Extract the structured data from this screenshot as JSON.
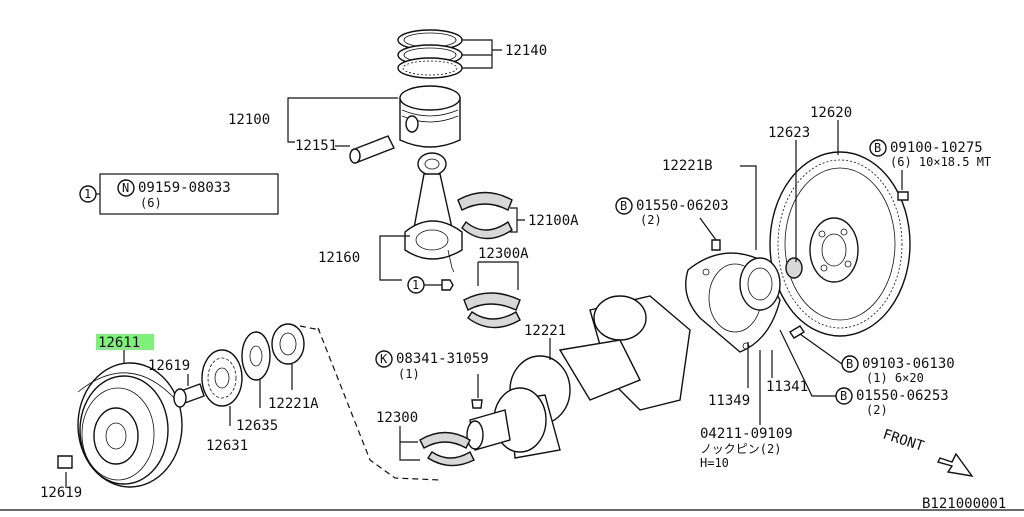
{
  "diagram_id": "B121000001",
  "front_label": "FRONT",
  "highlight_color": "#7ff07a",
  "parts": {
    "p12140": "12140",
    "p12100": "12100",
    "p12151": "12151",
    "p12160": "12160",
    "p12100A": "12100A",
    "p12300A": "12300A",
    "p12300": "12300",
    "p12221": "12221",
    "p12221B": "12221B",
    "p12620": "12620",
    "p12623": "12623",
    "p12611": "12611",
    "p12619a": "12619",
    "p12619b": "12619",
    "p12631": "12631",
    "p12635": "12635",
    "p12221A": "12221A",
    "p11349": "11349",
    "p11341": "11341"
  },
  "callouts": {
    "n_box": {
      "index": "1",
      "letter": "N",
      "number": "09159-08033",
      "qty": "(6)"
    },
    "ref1": "1",
    "b_01550_06203": {
      "letter": "B",
      "number": "01550-06203",
      "qty": "(2)"
    },
    "b_09100_10275": {
      "letter": "B",
      "number": "09100-10275",
      "qty": "(6) 10×18.5 MT"
    },
    "k_08341_31059": {
      "letter": "K",
      "number": "08341-31059",
      "qty": "(1)"
    },
    "b_09103_06130": {
      "letter": "B",
      "number": "09103-06130",
      "qty": "(1) 6×20"
    },
    "b_01550_06253": {
      "letter": "B",
      "number": "01550-06253",
      "qty": "(2)"
    },
    "pin": {
      "number": "04211-09109",
      "name": "ノックピン(2)",
      "spec": "H=10"
    }
  }
}
